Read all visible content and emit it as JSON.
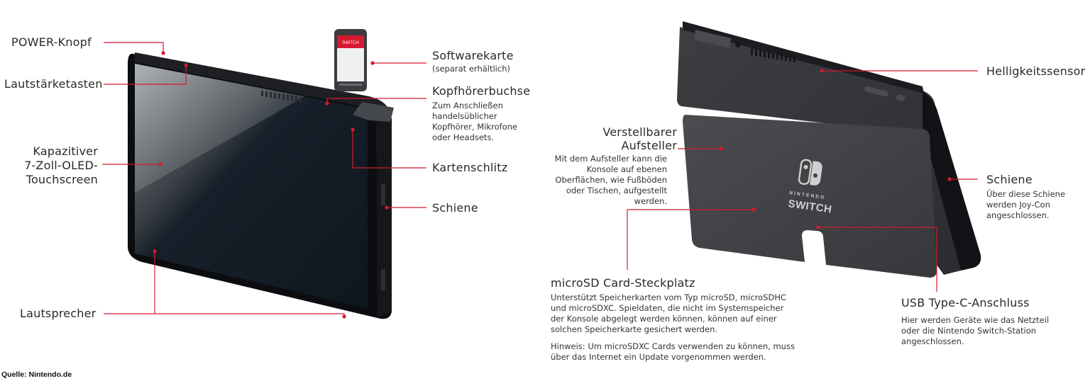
{
  "accent_color": "#d7192f",
  "left_view": {
    "labels": {
      "power_button": "POWER-Knopf",
      "volume_buttons": "Lautstärketasten",
      "touchscreen": "Kapazitiver\n7-Zoll-OLED-\nTouchscreen",
      "touchscreen_l1": "Kapazitiver",
      "touchscreen_l2": "7-Zoll-OLED-",
      "touchscreen_l3": "Touchscreen",
      "speakers": "Lautsprecher",
      "software_card": "Softwarekarte",
      "software_card_note": "(separat erhältlich)",
      "headphone_jack": "Kopfhörerbuchse",
      "headphone_jack_desc_l1": "Zum Anschließen",
      "headphone_jack_desc_l2": "handelsüblicher",
      "headphone_jack_desc_l3": "Kopfhörer, Mikrofone",
      "headphone_jack_desc_l4": "oder Headsets.",
      "card_slot": "Kartenschlitz",
      "rail": "Schiene"
    }
  },
  "right_view": {
    "labels": {
      "kickstand_title_l1": "Verstellbarer",
      "kickstand_title_l2": "Aufsteller",
      "kickstand_desc_l1": "Mit dem Aufsteller kann die",
      "kickstand_desc_l2": "Konsole auf ebenen",
      "kickstand_desc_l3": "Oberflächen, wie Fußböden",
      "kickstand_desc_l4": "oder Tischen, aufgestellt",
      "kickstand_desc_l5": "werden.",
      "brightness_sensor": "Helligkeitssensor",
      "rail": "Schiene",
      "rail_desc_l1": "Über diese Schiene",
      "rail_desc_l2": "werden Joy-Con",
      "rail_desc_l3": "angeschlossen.",
      "microsd_title": "microSD Card-Steckplatz",
      "microsd_desc_l1": "Unterstützt Speicherkarten vom Typ microSD, microSDHC",
      "microsd_desc_l2": "und microSDXC. Spieldaten, die nicht im Systemspeicher",
      "microsd_desc_l3": "der Konsole abgelegt werden können, können auf einer",
      "microsd_desc_l4": "solchen Speicherkarte gesichert werden.",
      "microsd_note_l1": "Hinweis: Um microSDXC Cards verwenden zu können, muss",
      "microsd_note_l2": "über das Internet ein Update vorgenommen werden.",
      "usbc_title": "USB Type-C-Anschluss",
      "usbc_desc_l1": "Hier werden Geräte wie das Netzteil",
      "usbc_desc_l2": "oder die Nintendo Switch-Station",
      "usbc_desc_l3": "angeschlossen."
    },
    "logo": {
      "brand_small": "NINTENDO",
      "brand_large": "SWITCH"
    }
  },
  "cartridge": {
    "brand": "SWITCH"
  },
  "source": "Quelle: Nintendo.de"
}
